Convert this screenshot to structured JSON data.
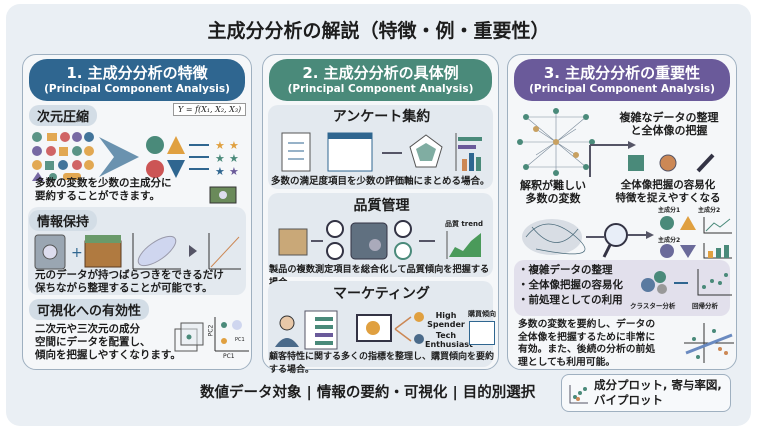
{
  "title": "主成分分析の解説（特徴・例・重要性）",
  "panels": [
    {
      "title": "1. 主成分分析の特徴",
      "subtitle": "(Principal Component Analysis)",
      "color": "#2f6690",
      "sections": [
        {
          "tag": "次元圧縮",
          "formula": "Y = f(X₁, X₂, X₃)",
          "text1": "多数の変数を少数の主成分に",
          "text2": "要約することができます。"
        },
        {
          "tag": "情報保持",
          "text1": "元のデータが持つばらつきをできるだけ",
          "text2": "保ちながら整理することが可能です。"
        },
        {
          "tag": "可視化への有効性",
          "text1": "二次元や三次元の成分",
          "text2": "空間にデータを配置し、",
          "text3": "傾向を把握しやすくなります。",
          "axis_pc1": "PC1",
          "axis_pc2": "PC2",
          "cluster_label": "PC1"
        }
      ]
    },
    {
      "title": "2. 主成分分析の具体例",
      "subtitle": "(Principal Component Analysis)",
      "color": "#4a8a7a",
      "sections": [
        {
          "tag": "アンケート集約",
          "text": "多数の満足度項目を少数の評価軸にまとめる場合。"
        },
        {
          "tag": "品質管理",
          "chart_label": "品質 trend",
          "text": "製品の複数測定項目を総合化して品質傾向を把握する場合。"
        },
        {
          "tag": "マーケティング",
          "segment1": "High Spender",
          "segment2": "Tech Enthusiast",
          "table_label": "購買傾向",
          "text": "顧客特性に関する多くの指標を整理し、購買傾向を要約する場合。"
        }
      ]
    },
    {
      "title": "3. 主成分分析の重要性",
      "subtitle": "(Principal Component Analysis)",
      "color": "#6a5a9a",
      "heading1": "複雑なデータの整理",
      "heading2": "と全体像の把握",
      "left1": "解釈が難しい",
      "left2": "多数の変数",
      "mid1": "全体像把握の容易化",
      "mid2": "特徴を捉えやすくなる",
      "pc1": "主成分1",
      "pc2a": "主成分2",
      "pc2b": "主成分2",
      "bullets": [
        "・複雑データの整理",
        "・全体像把握の容易化",
        "・前処理としての利用"
      ],
      "cluster": "クラスター分析",
      "regression": "回帰分析",
      "summary": [
        "多数の変数を要約し、データの",
        "全体像を把握するために非常に",
        "有効。また、後続の分析の前処",
        "理としても利用可能。"
      ]
    }
  ],
  "footer": {
    "text": "数値データ対象 | 情報の要約・可視化 | 目的別選択",
    "legend1": "成分プロット, 寄与率図,",
    "legend2": "バイプロット"
  }
}
